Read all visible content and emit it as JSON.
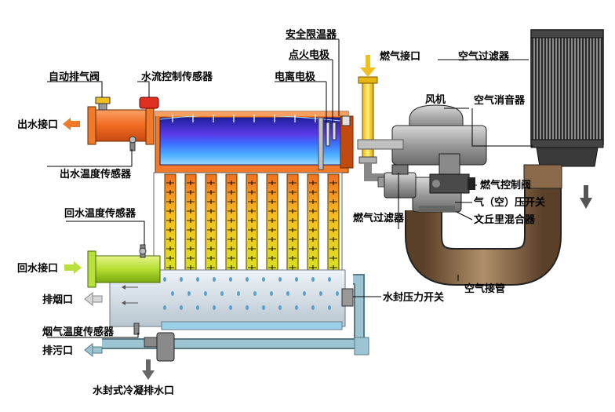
{
  "labels": {
    "safety_limiter": "安全限温器",
    "ignition_electrode": "点火电极",
    "ionization_electrode": "电离电极",
    "gas_inlet": "燃气接口",
    "air_filter": "空气过滤器",
    "auto_vent_valve": "自动排气阀",
    "water_flow_sensor": "水流控制传感器",
    "water_outlet": "出水接口",
    "outlet_temp_sensor": "出水温度传感器",
    "fan": "风机",
    "air_silencer": "空气消音器",
    "gas_control_valve": "燃气控制阀",
    "gas_air_pressure_switch": "气（空）压开关",
    "venturi_mixer": "文丘里混合器",
    "gas_filter": "燃气过滤器",
    "return_temp_sensor": "回水温度传感器",
    "water_return": "回水接口",
    "flue_outlet": "排烟口",
    "water_seal_pressure_switch": "水封压力开关",
    "air_pipe": "空气接管",
    "flue_temp_sensor": "烟气温度传感器",
    "drain_outlet": "排污口",
    "condensate_drain": "水封式冷凝排水口"
  },
  "colors": {
    "hot_water": "#f07a2a",
    "cold_water": "#b8e03c",
    "gas": "#f2cf2a",
    "burner_blue": "#3a3ad8",
    "air_pipe": "#8a6a4a",
    "flue": "#c7d7e3",
    "drain": "#8fb8c8"
  }
}
